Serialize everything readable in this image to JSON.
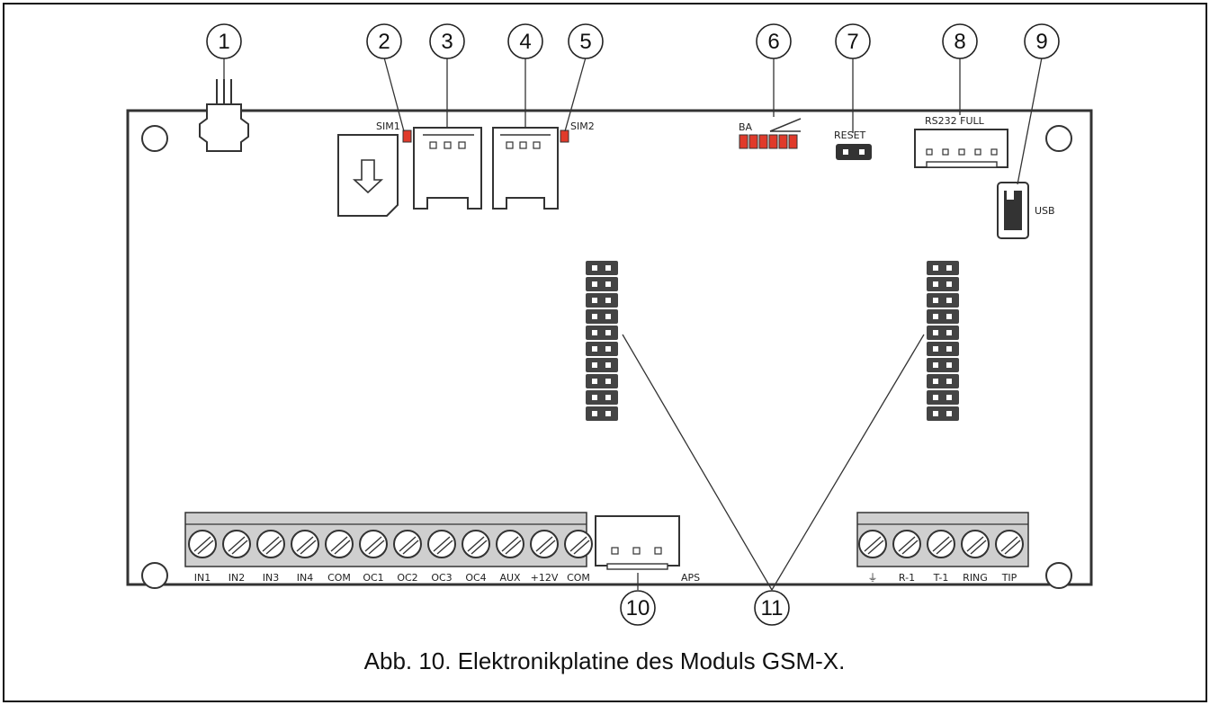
{
  "caption": "Abb. 10. Elektronikplatine des Moduls GSM-X.",
  "callouts": [
    "1",
    "2",
    "3",
    "4",
    "5",
    "6",
    "7",
    "8",
    "9",
    "10",
    "11"
  ],
  "board_labels": {
    "sim1": "SIM1",
    "sim2": "SIM2",
    "ba": "BA",
    "reset": "RESET",
    "rs232": "RS232 FULL",
    "usb": "USB",
    "aps": "APS"
  },
  "left_terminals": [
    "IN1",
    "IN2",
    "IN3",
    "IN4",
    "COM",
    "OC1",
    "OC2",
    "OC3",
    "OC4",
    "AUX",
    "+12V",
    "COM"
  ],
  "right_terminals": [
    "⏚",
    "R-1",
    "T-1",
    "RING",
    "TIP"
  ],
  "colors": {
    "led": "#e03a2a",
    "stroke": "#333333",
    "terminal_block": "#cfcfcf",
    "pin_header": "#444444"
  }
}
